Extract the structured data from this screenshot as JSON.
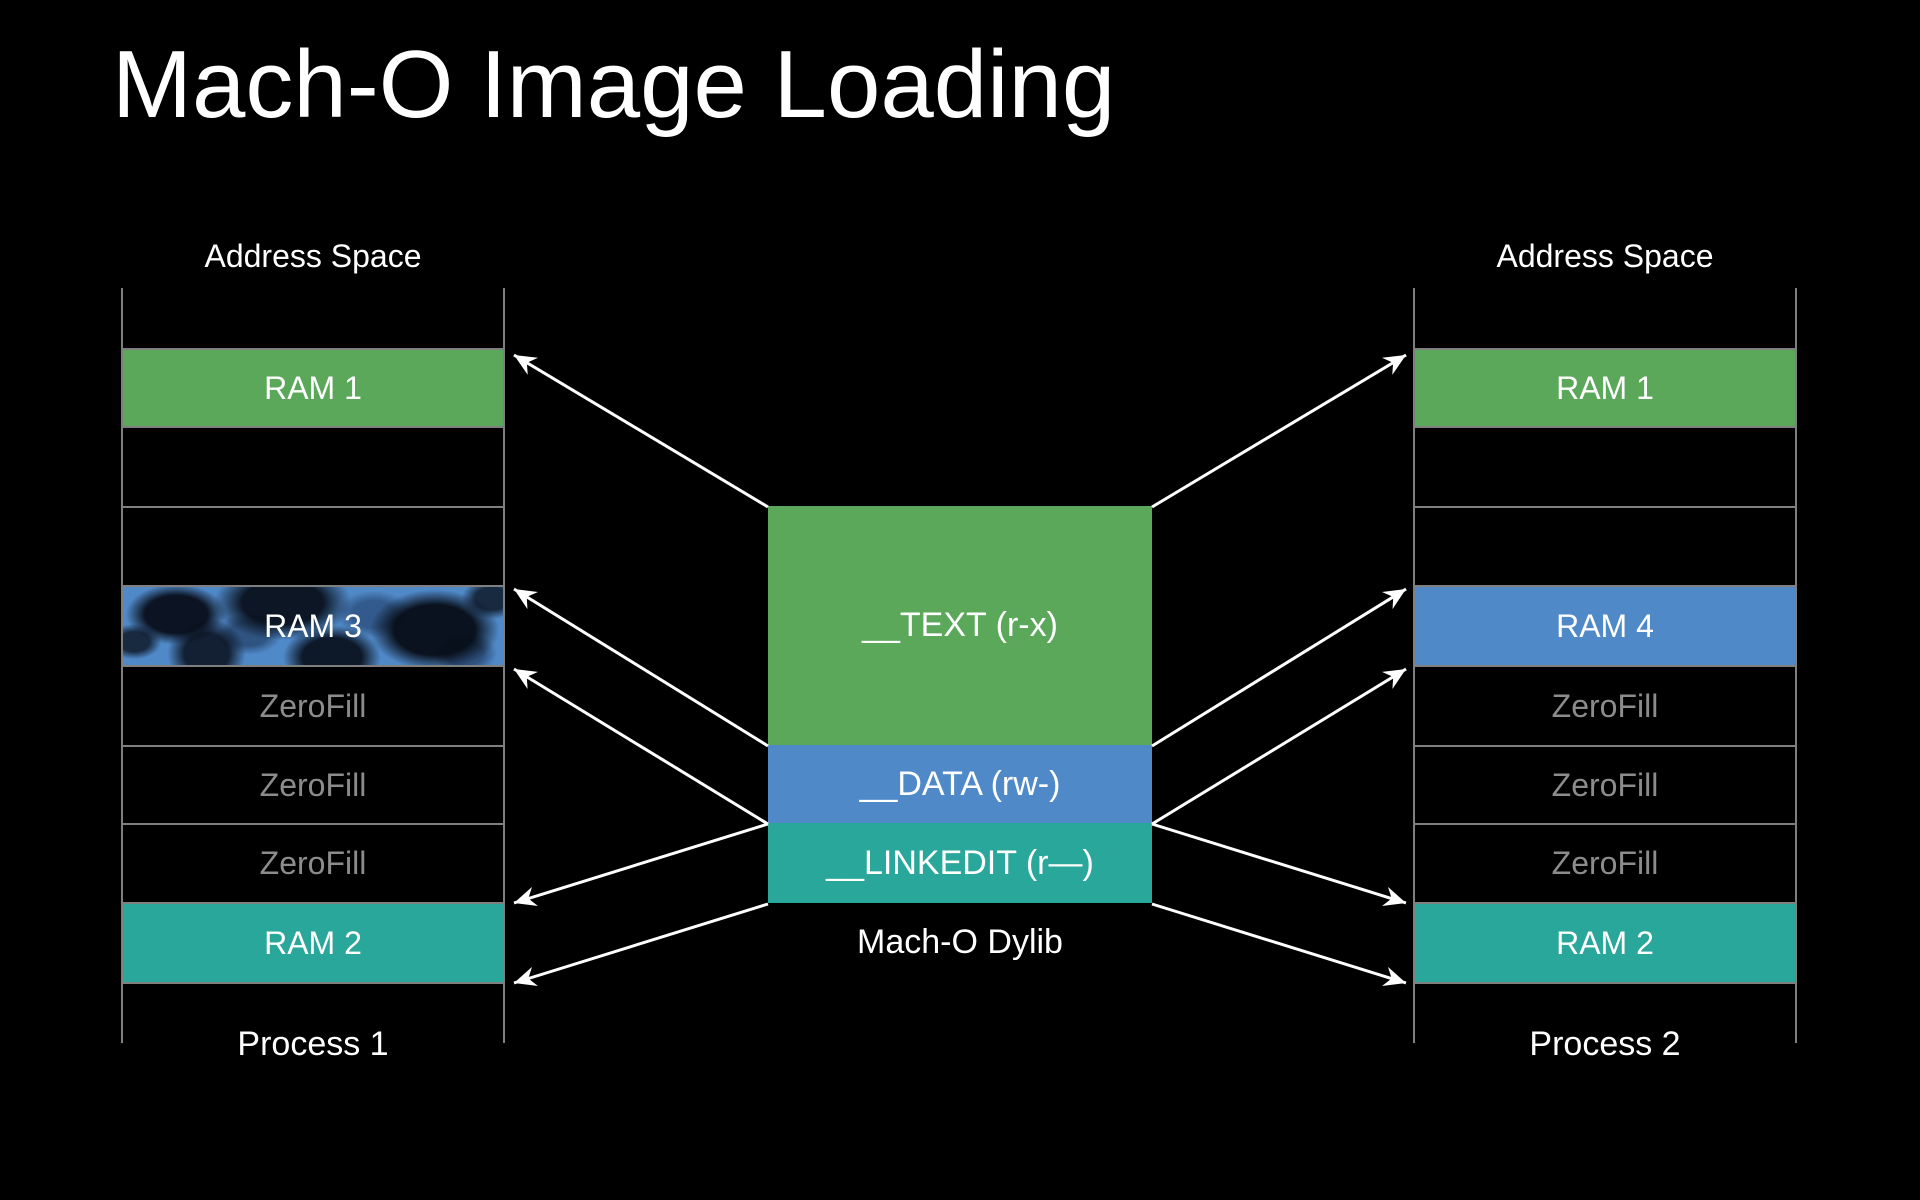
{
  "title": "Mach-O Image Loading",
  "colors": {
    "background": "#000000",
    "ram_green": "#5BA85B",
    "ram_blue": "#5089C8",
    "ram_teal": "#2AA79B",
    "grid_border": "#7F7F7F",
    "zerofill_text": "#8C8C8C",
    "text_primary": "#FFFFFF",
    "arrow": "#FFFFFF"
  },
  "left_column": {
    "header": "Address Space",
    "footer": "Process 1",
    "rows": [
      {
        "type": "empty",
        "label": ""
      },
      {
        "type": "ram-green",
        "label": "RAM 1"
      },
      {
        "type": "empty",
        "label": ""
      },
      {
        "type": "empty",
        "label": ""
      },
      {
        "type": "ram-dirty",
        "label": "RAM 3"
      },
      {
        "type": "zerofill",
        "label": "ZeroFill"
      },
      {
        "type": "zerofill",
        "label": "ZeroFill"
      },
      {
        "type": "zerofill",
        "label": "ZeroFill"
      },
      {
        "type": "ram-teal",
        "label": "RAM 2"
      },
      {
        "type": "empty",
        "label": ""
      }
    ]
  },
  "right_column": {
    "header": "Address Space",
    "footer": "Process 2",
    "rows": [
      {
        "type": "empty",
        "label": ""
      },
      {
        "type": "ram-green",
        "label": "RAM 1"
      },
      {
        "type": "empty",
        "label": ""
      },
      {
        "type": "empty",
        "label": ""
      },
      {
        "type": "ram-blue",
        "label": "RAM 4"
      },
      {
        "type": "zerofill",
        "label": "ZeroFill"
      },
      {
        "type": "zerofill",
        "label": "ZeroFill"
      },
      {
        "type": "zerofill",
        "label": "ZeroFill"
      },
      {
        "type": "ram-teal",
        "label": "RAM 2"
      },
      {
        "type": "empty",
        "label": ""
      }
    ]
  },
  "dylib": {
    "label": "Mach-O Dylib",
    "segments": [
      {
        "type": "text",
        "label": "__TEXT (r-x)"
      },
      {
        "type": "data",
        "label": "__DATA (rw-)"
      },
      {
        "type": "linkedit",
        "label": "__LINKEDIT (r—)"
      }
    ]
  }
}
